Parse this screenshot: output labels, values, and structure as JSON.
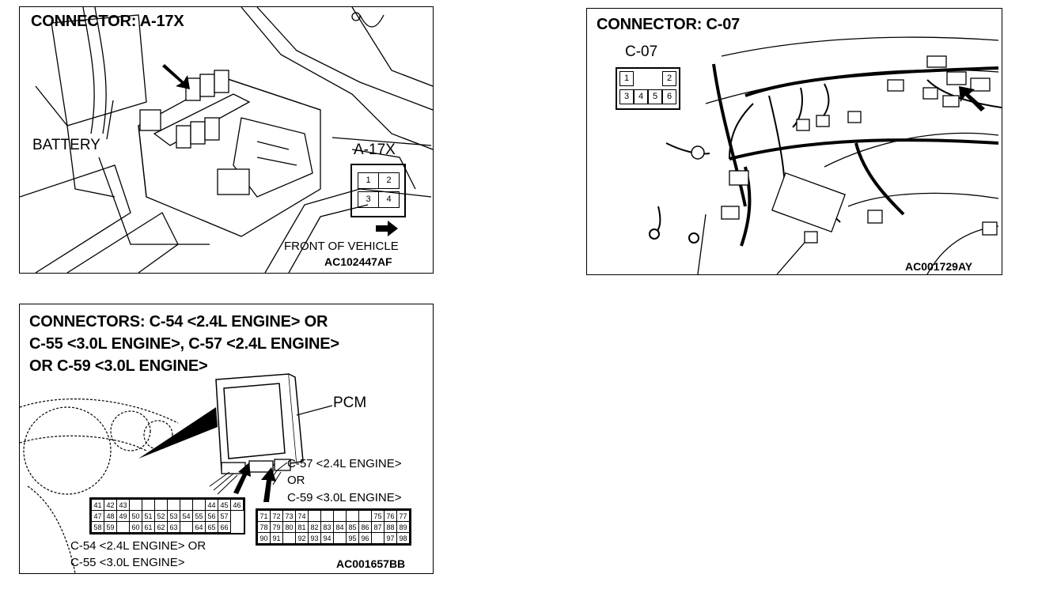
{
  "panels": [
    {
      "title": "CONNECTOR: A-17X",
      "labels": {
        "battery": "BATTERY",
        "connector": "A-17X",
        "front": "FRONT OF VEHICLE",
        "code": "AC102447AF"
      },
      "pins": [
        "1",
        "2",
        "3",
        "4"
      ]
    },
    {
      "title": "CONNECTOR: C-07",
      "labels": {
        "connector": "C-07",
        "code": "AC001729AY"
      },
      "pins": [
        "1",
        "2",
        "3",
        "4",
        "5",
        "6"
      ]
    },
    {
      "title_lines": [
        "CONNECTORS: C-54 <2.4L ENGINE> OR",
        "C-55 <3.0L ENGINE>, C-57 <2.4L ENGINE>",
        "OR C-59 <3.0L ENGINE>"
      ],
      "labels": {
        "pcm": "PCM",
        "c57_line1": "C-57 <2.4L ENGINE>",
        "c57_or": "OR",
        "c59_line": "C-59 <3.0L ENGINE>",
        "c54_line1": "C-54 <2.4L ENGINE> OR",
        "c55_line": "C-55 <3.0L ENGINE>",
        "code": "AC001657BB"
      },
      "left_grid": [
        [
          "41",
          "42",
          "43",
          "",
          "",
          "",
          "",
          "",
          "",
          "44",
          "45",
          "46"
        ],
        [
          "47",
          "48",
          "49",
          "50",
          "51",
          "52",
          "53",
          "54",
          "55",
          "56",
          "57"
        ],
        [
          "58",
          "59",
          "",
          "60",
          "61",
          "62",
          "63",
          "",
          "64",
          "65",
          "66"
        ]
      ],
      "right_grid": [
        [
          "71",
          "72",
          "73",
          "74",
          "",
          "",
          "",
          "",
          "",
          "75",
          "76",
          "77"
        ],
        [
          "78",
          "79",
          "80",
          "81",
          "82",
          "83",
          "84",
          "85",
          "86",
          "87",
          "88",
          "89"
        ],
        [
          "90",
          "91",
          "",
          "92",
          "93",
          "94",
          "",
          "95",
          "96",
          "",
          "97",
          "98"
        ]
      ]
    }
  ]
}
